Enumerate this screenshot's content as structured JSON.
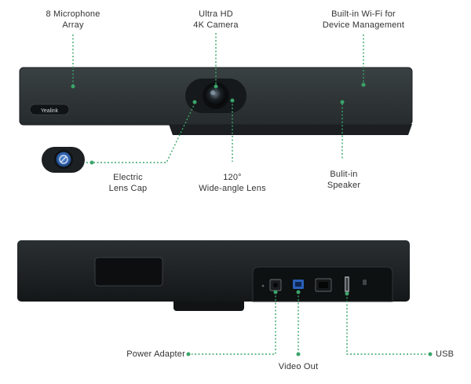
{
  "colors": {
    "leader": "#3aa56a",
    "bar_dark": "#2d3335",
    "bar_body": "#1f2426",
    "label_text": "#333333"
  },
  "front_view": {
    "brand": "Yealink",
    "labels": {
      "mic_array": "8 Microphone\nArray",
      "camera": "Ultra HD\n4K Camera",
      "wifi": "Built-in Wi-Fi for\nDevice Management",
      "lens_cap": "Electric\nLens Cap",
      "wide_angle": "120°\nWide-angle Lens",
      "speaker": "Bulit-in\nSpeaker"
    }
  },
  "rear_view": {
    "labels": {
      "power": "Power Adapter",
      "video_out": "Video Out",
      "usb": "USB"
    }
  }
}
